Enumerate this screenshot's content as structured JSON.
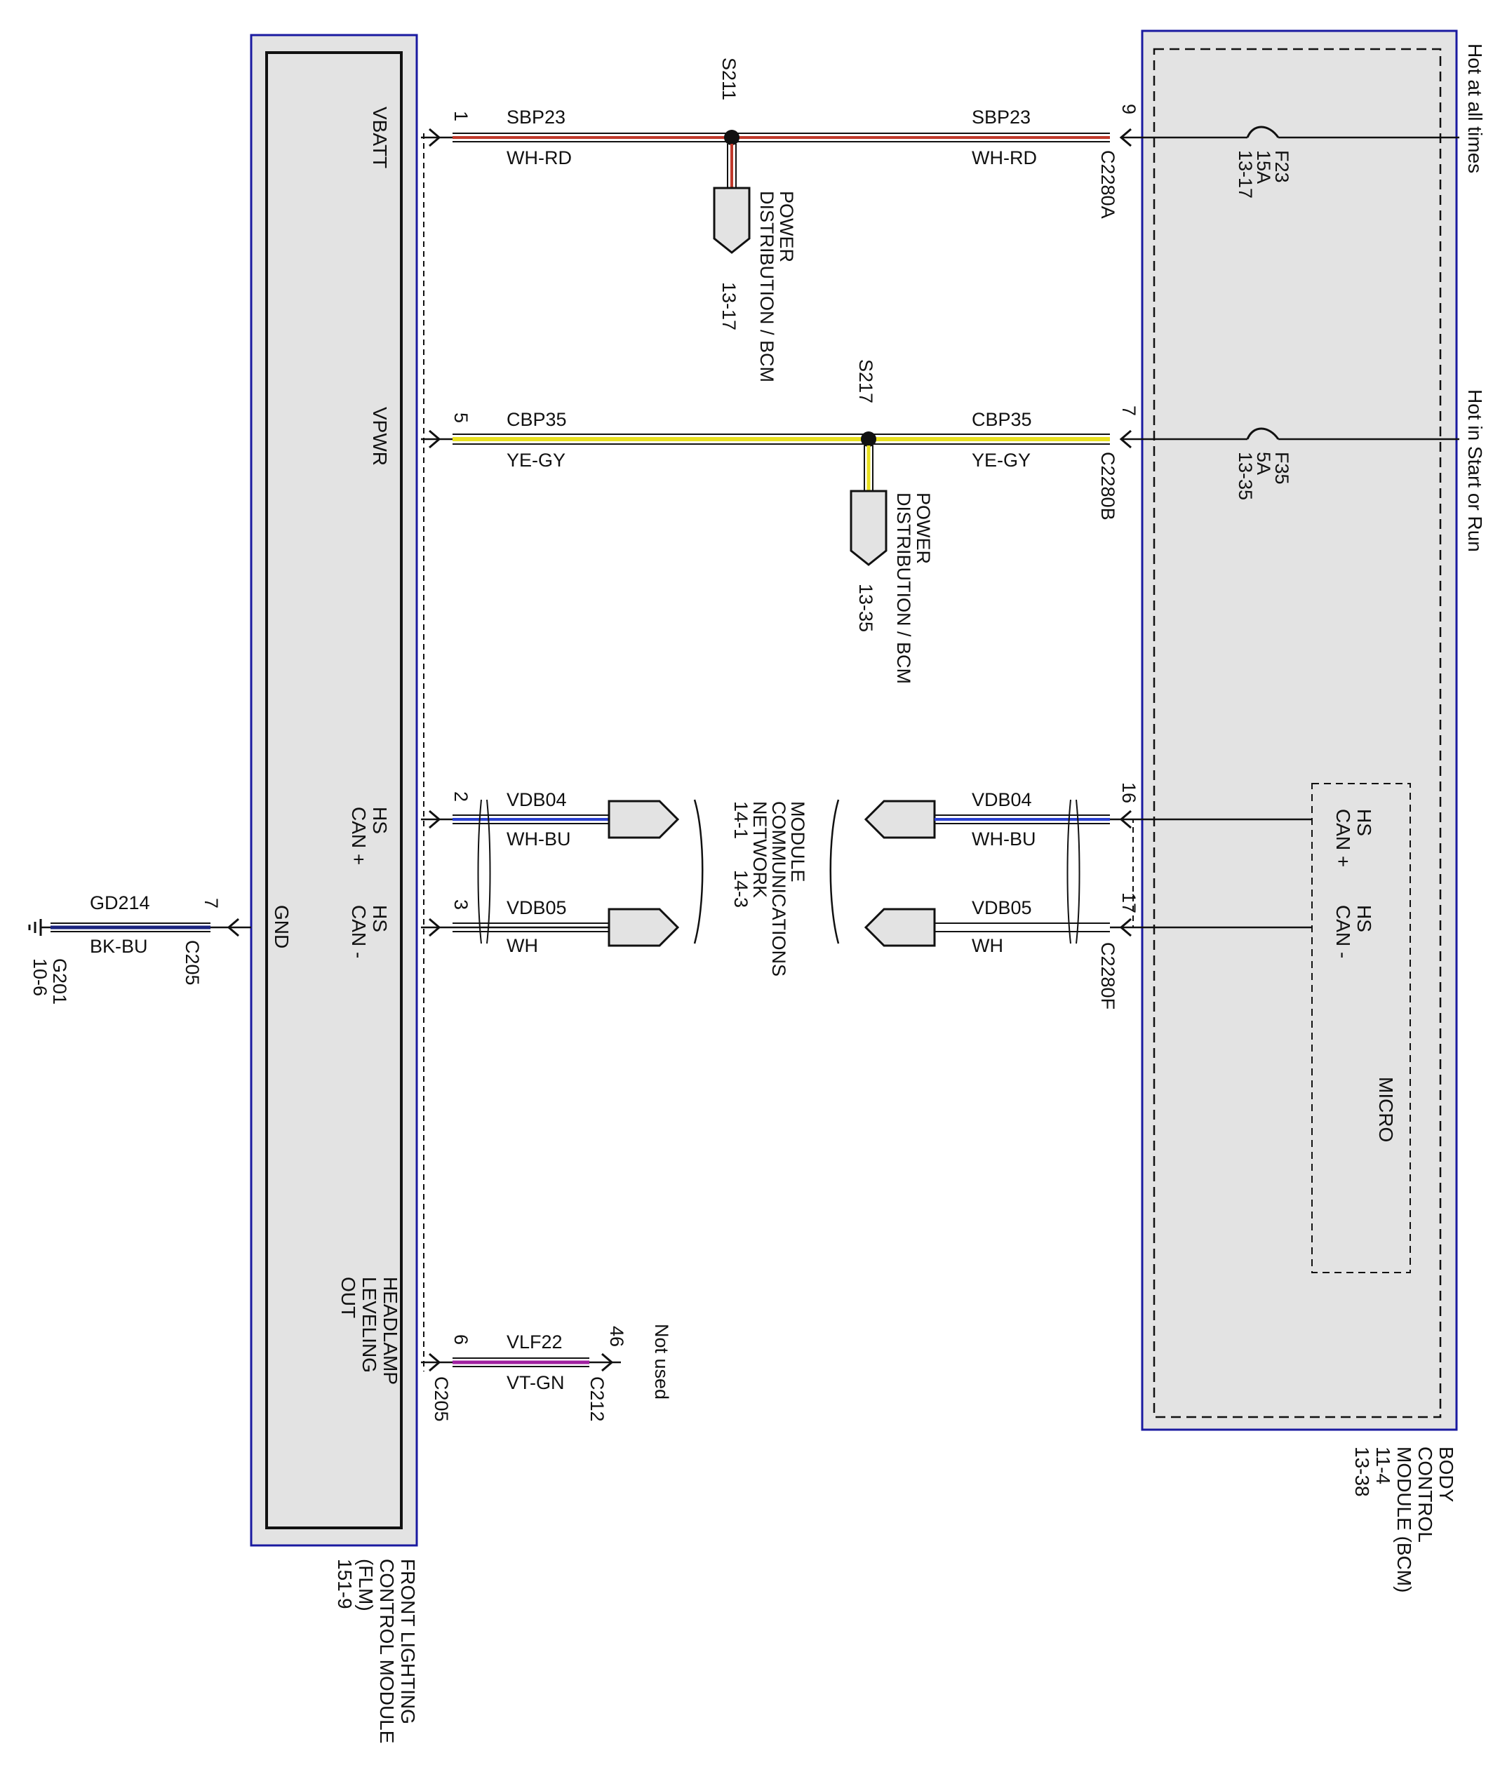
{
  "colors": {
    "module_fill": "#e3e3e3",
    "module_border": "#1a1aa0",
    "line": "#111111",
    "wh_rd": "#c0392b",
    "ye_gy": "#e8e020",
    "wh_bu": "#2a3fd0",
    "vt_gn": "#a020a0",
    "bk_bu": "#1a237e"
  },
  "notes": {
    "hot_at_all_times": "Hot at all times",
    "hot_in_start_or_run": "Hot in Start or Run",
    "not_used": "Not used"
  },
  "bcm": {
    "title": [
      "BODY",
      "CONTROL",
      "MODULE (BCM)",
      "11-4",
      "13-38"
    ],
    "micro": "MICRO",
    "pins": {
      "hs_can_plus": [
        "HS",
        "CAN +"
      ],
      "hs_can_minus": [
        "HS",
        "CAN -"
      ]
    },
    "fuses": [
      {
        "id": "F23",
        "rating": "15A",
        "ref": "13-17"
      },
      {
        "id": "F35",
        "rating": "5A",
        "ref": "13-35"
      }
    ]
  },
  "flm": {
    "title": [
      "FRONT LIGHTING",
      "CONTROL MODULE",
      "(FLM)",
      "151-9"
    ],
    "pins": {
      "vbatt": "VBATT",
      "vpwr": "VPWR",
      "hs_can_plus": [
        "HS",
        "CAN +"
      ],
      "hs_can_minus": [
        "HS",
        "CAN -"
      ],
      "gnd": "GND",
      "headlamp": [
        "HEADLAMP",
        "LEVELING",
        "OUT"
      ]
    }
  },
  "circuits": {
    "sbp23": {
      "circuit": "SBP23",
      "color_code": "WH-RD",
      "pin_flm": "1",
      "pin_bcm": "9",
      "connector_bcm": "C2280A"
    },
    "cbp35": {
      "circuit": "CBP35",
      "color_code": "YE-GY",
      "pin_flm": "5",
      "pin_bcm": "7",
      "connector_bcm": "C2280B"
    },
    "vdb04": {
      "circuit": "VDB04",
      "color_code": "WH-BU",
      "pin_flm": "2",
      "pin_bcm": "16"
    },
    "vdb05": {
      "circuit": "VDB05",
      "color_code": "WH",
      "pin_flm": "3",
      "pin_bcm": "17",
      "connector_bcm": "C2280F"
    },
    "vlf22": {
      "circuit": "VLF22",
      "color_code": "VT-GN",
      "pin_flm": "6",
      "connector_flm": "C205",
      "pin_far": "46",
      "connector_far": "C212"
    },
    "gd214": {
      "circuit": "GD214",
      "color_code": "BK-BU",
      "pin": "7",
      "connector": "C205",
      "ground": "G201",
      "ground_ref": "10-6"
    }
  },
  "splices": {
    "s211": {
      "id": "S211",
      "label": [
        "POWER",
        "DISTRIBUTION / BCM"
      ],
      "ref": "13-17"
    },
    "s217": {
      "id": "S217",
      "label": [
        "POWER",
        "DISTRIBUTION / BCM"
      ],
      "ref": "13-35"
    }
  },
  "network": {
    "label": [
      "MODULE",
      "COMMUNICATIONS",
      "NETWORK"
    ],
    "refs": [
      "14-1",
      "14-3"
    ]
  }
}
